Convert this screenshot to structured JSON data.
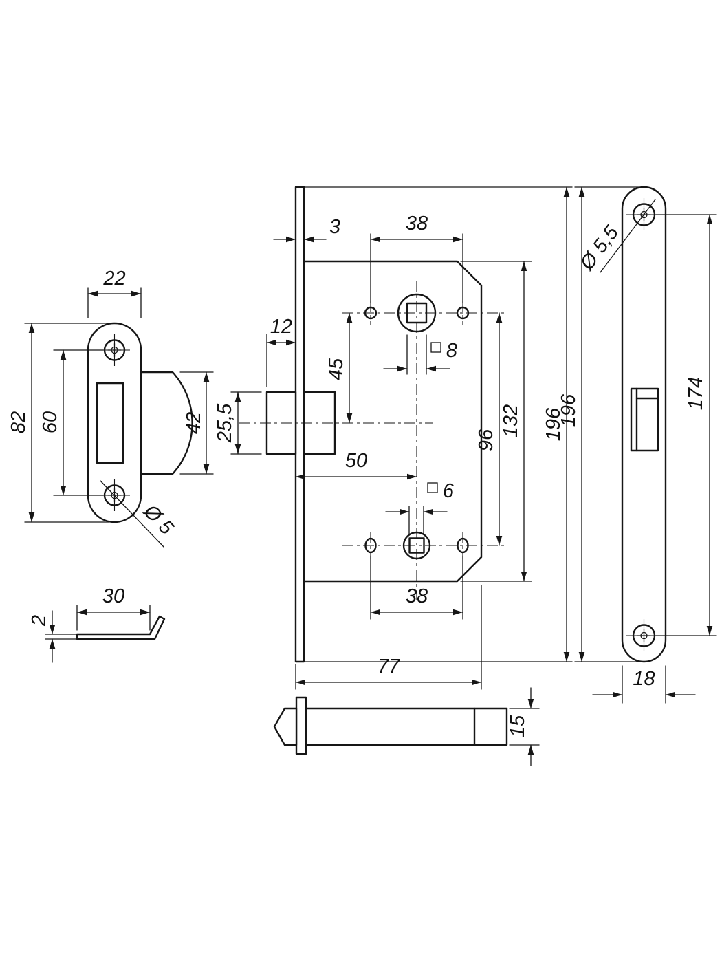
{
  "colors": {
    "line": "#161616",
    "background": "#ffffff"
  },
  "labels": {
    "strike_width": "22",
    "strike_height": "82",
    "strike_hole_spacing": "60",
    "strike_tab_height": "42",
    "strike_hole_diameter": "Ø 5",
    "bracket_width": "30",
    "bracket_thickness": "2",
    "faceplate_thickness": "3",
    "top_screw_spacing": "38",
    "latch_protrusion": "12",
    "latch_to_spindle": "45",
    "latch_height": "25,5",
    "spindle_square_size": "8",
    "spindle_spacing": "96",
    "case_height": "132",
    "faceplate_length_side": "196",
    "backset": "50",
    "aux_square_size": "6",
    "bottom_screw_spacing": "38",
    "case_depth": "77",
    "latch_bar_height": "15",
    "faceplate_hole_diameter": "Ø 5,5",
    "faceplate_hole_spacing": "174",
    "faceplate_length_front": "196",
    "faceplate_width": "18"
  }
}
